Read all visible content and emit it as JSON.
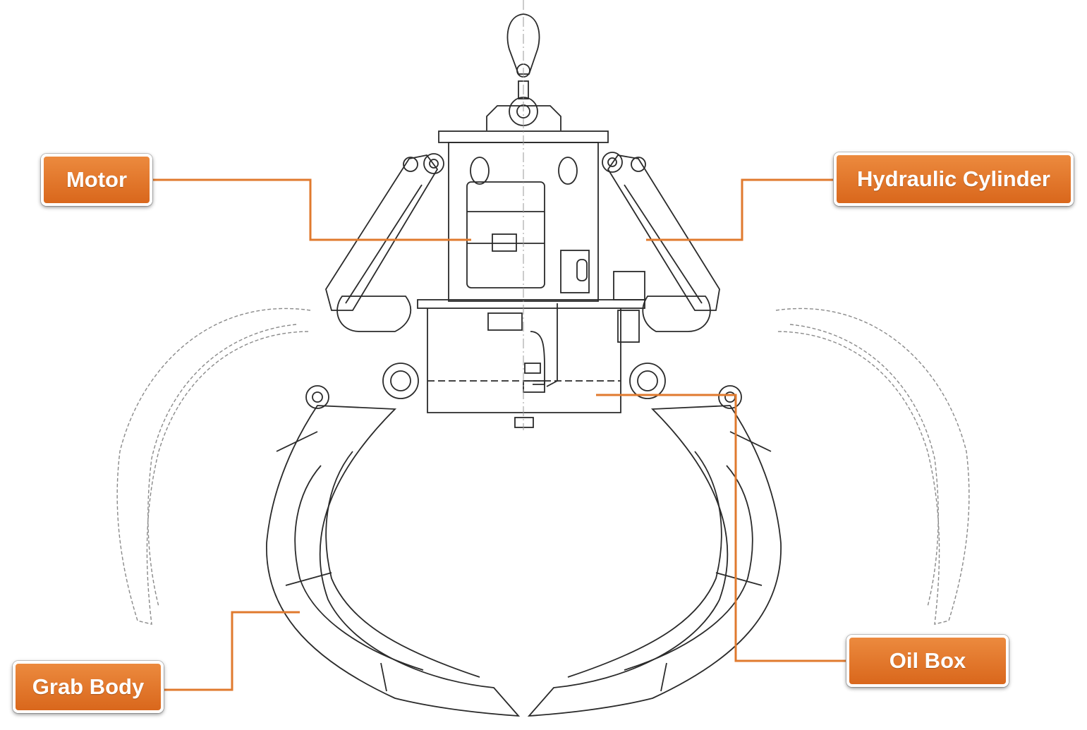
{
  "labels": {
    "motor": "Motor",
    "hydraulic_cylinder": "Hydraulic Cylinder",
    "grab_body": "Grab Body",
    "oil_box": "Oil Box"
  },
  "colors": {
    "accent": "#e07a2e",
    "leader_line": "#e07a2e",
    "drawing_stroke": "#2a2a2a",
    "ghost_stroke": "#8a8a8a"
  }
}
